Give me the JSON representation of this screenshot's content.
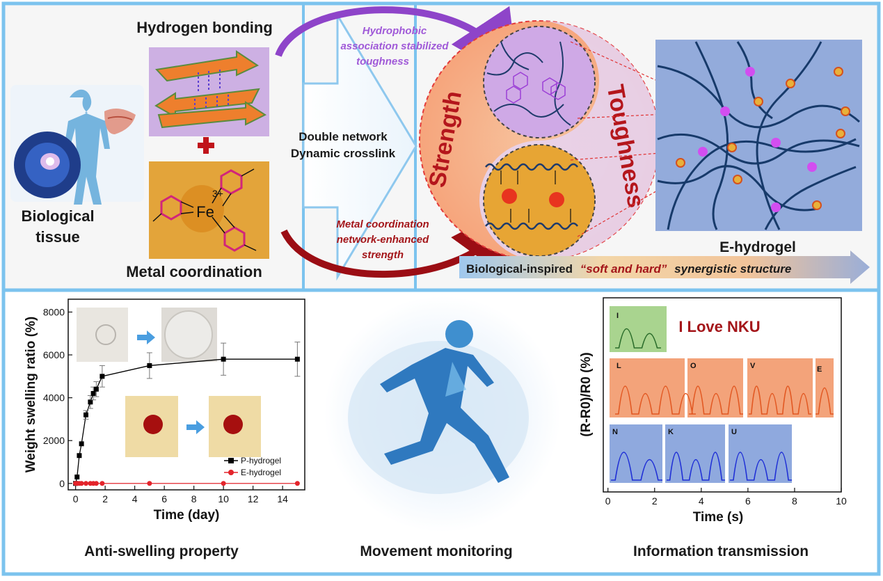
{
  "top": {
    "biological_tissue_line1": "Biological",
    "biological_tissue_line2": "tissue",
    "hydrogen_bonding": "Hydrogen bonding",
    "metal_coordination": "Metal coordination",
    "fe_charge": "3+",
    "fe_symbol": "Fe",
    "arrow_label_line1": "Double network",
    "arrow_label_line2": "Dynamic crosslink",
    "hydrophobic_line1": "Hydrophobic",
    "hydrophobic_line2": "association stabilized",
    "hydrophobic_line3": "toughness",
    "metal_net_line1": "Metal coordination",
    "metal_net_line2": "network-enhanced",
    "metal_net_line3": "strength",
    "strength": "Strength",
    "toughness": "Toughness",
    "e_hydrogel": "E-hydrogel",
    "banner_prefix": "Biological-inspired",
    "banner_quote": "“soft and hard”",
    "banner_suffix": "synergistic structure"
  },
  "bottom": {
    "anti_swelling": "Anti-swelling property",
    "movement": "Movement monitoring",
    "information": "Information transmission",
    "i_love_nku": "I Love NKU",
    "morse_letters": [
      "I",
      "L",
      "O",
      "V",
      "E",
      "N",
      "K",
      "U"
    ]
  },
  "colors": {
    "panel_border": "#7cc3ee",
    "purple": "#a05ad8",
    "dark_red": "#a4161a",
    "orange_panel": "#f3a37a",
    "blue_panel": "#8fa9de",
    "green_panel": "#a9d48f"
  },
  "chart_data": [
    {
      "type": "line",
      "xlabel": "Time (day)",
      "ylabel": "Weight swelling ratio (%)",
      "xlim": [
        -0.5,
        15.5
      ],
      "ylim": [
        -300,
        8600
      ],
      "xticks": [
        "0",
        "2",
        "4",
        "6",
        "8",
        "10",
        "12",
        "14"
      ],
      "yticks": [
        "0",
        "2000",
        "4000",
        "6000",
        "8000"
      ],
      "legend_position": "bottom-right",
      "series": [
        {
          "name": "P-hydrogel",
          "color": "#000000",
          "x": [
            0,
            0.1,
            0.25,
            0.4,
            0.7,
            1.0,
            1.2,
            1.4,
            1.8,
            5,
            10,
            15
          ],
          "y": [
            0,
            300,
            1300,
            1850,
            3200,
            3800,
            4200,
            4400,
            5000,
            5500,
            5800,
            5800
          ],
          "err": [
            0,
            0,
            0,
            0,
            200,
            300,
            300,
            350,
            500,
            600,
            750,
            800
          ]
        },
        {
          "name": "E-hydrogel",
          "color": "#e3242b",
          "x": [
            0,
            0.1,
            0.25,
            0.4,
            0.7,
            1.0,
            1.2,
            1.4,
            1.8,
            5,
            10,
            15
          ],
          "y": [
            0,
            0,
            0,
            0,
            0,
            0,
            0,
            0,
            0,
            0,
            0,
            0
          ]
        }
      ]
    },
    {
      "type": "line",
      "xlabel": "Time (s)",
      "ylabel": "(R-R0)/R0 (%)",
      "xlim": [
        -0.2,
        10
      ],
      "xticks": [
        "0",
        "2",
        "4",
        "6",
        "8",
        "10"
      ],
      "series": [
        {
          "name": "I",
          "color": "#2c6e2c",
          "peaks": 2
        },
        {
          "name": "L",
          "color": "#e25822",
          "peaks": 4
        },
        {
          "name": "O",
          "color": "#e25822",
          "peaks": 3
        },
        {
          "name": "V",
          "color": "#e25822",
          "peaks": 4
        },
        {
          "name": "E",
          "color": "#e25822",
          "peaks": 1
        },
        {
          "name": "N",
          "color": "#1f2fd6",
          "peaks": 2
        },
        {
          "name": "K",
          "color": "#1f2fd6",
          "peaks": 3
        },
        {
          "name": "U",
          "color": "#1f2fd6",
          "peaks": 3
        }
      ]
    }
  ]
}
